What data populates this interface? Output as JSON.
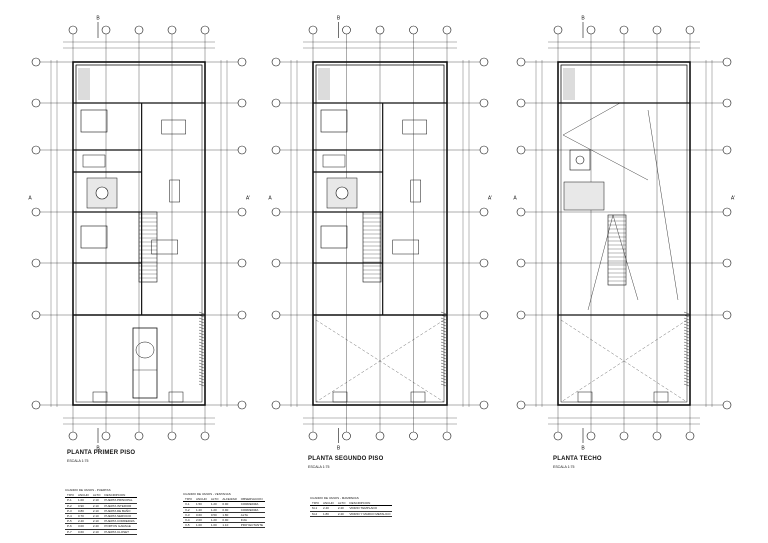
{
  "plans": [
    {
      "title": "PLANTA PRIMER PISO",
      "scale": "ESCALA 1:75"
    },
    {
      "title": "PLANTA SEGUNDO PISO",
      "scale": "ESCALA 1:75"
    },
    {
      "title": "PLANTA TECHO",
      "scale": "ESCALA 1:75"
    }
  ],
  "axis_labels": {
    "column_letters": [
      "B"
    ],
    "section_marks": [
      "A",
      "A'"
    ]
  },
  "tables": [
    {
      "title": "CUADRO DE VANOS - PUERTAS",
      "headers": [
        "TIPO",
        "ANCHO",
        "ALTO",
        "DESCRIPCION"
      ],
      "rows": [
        [
          "P-1",
          "1.00",
          "2.10",
          "PUERTA PRINCIPAL"
        ],
        [
          "P-2",
          "0.90",
          "2.10",
          "PUERTA INTERIOR"
        ],
        [
          "P-3",
          "0.80",
          "2.10",
          "PUERTA DE BAÑO"
        ],
        [
          "P-4",
          "0.70",
          "2.10",
          "PUERTA SERVICIO"
        ],
        [
          "P-5",
          "2.40",
          "2.10",
          "PUERTA CORREDIZA"
        ],
        [
          "P-6",
          "3.00",
          "2.40",
          "PORTON GARAGE"
        ],
        [
          "P-7",
          "0.60",
          "2.10",
          "PUERTA CLOSET"
        ]
      ]
    },
    {
      "title": "CUADRO DE VANOS - VENTANAS",
      "headers": [
        "TIPO",
        "ANCHO",
        "ALTO",
        "ALFEIZAR",
        "OBSERVACION"
      ],
      "rows": [
        [
          "V-1",
          "1.50",
          "1.20",
          "0.90",
          "CORREDIZA"
        ],
        [
          "V-2",
          "1.20",
          "1.20",
          "0.90",
          "CORREDIZA"
        ],
        [
          "V-3",
          "0.60",
          "0.50",
          "1.80",
          "ALTA"
        ],
        [
          "V-4",
          "2.00",
          "1.20",
          "0.90",
          "FIJA"
        ],
        [
          "V-5",
          "1.00",
          "1.00",
          "1.10",
          "PROYECTANTE"
        ]
      ]
    },
    {
      "title": "CUADRO DE VANOS - MAMPARAS",
      "headers": [
        "TIPO",
        "ANCHO",
        "ALTO",
        "DESCRIPCION"
      ],
      "rows": [
        [
          "M-1",
          "2.40",
          "2.40",
          "VIDRIO TEMPLADO"
        ],
        [
          "M-2",
          "1.80",
          "2.40",
          "VIDRIO Y MARCO METALICO"
        ]
      ]
    }
  ]
}
